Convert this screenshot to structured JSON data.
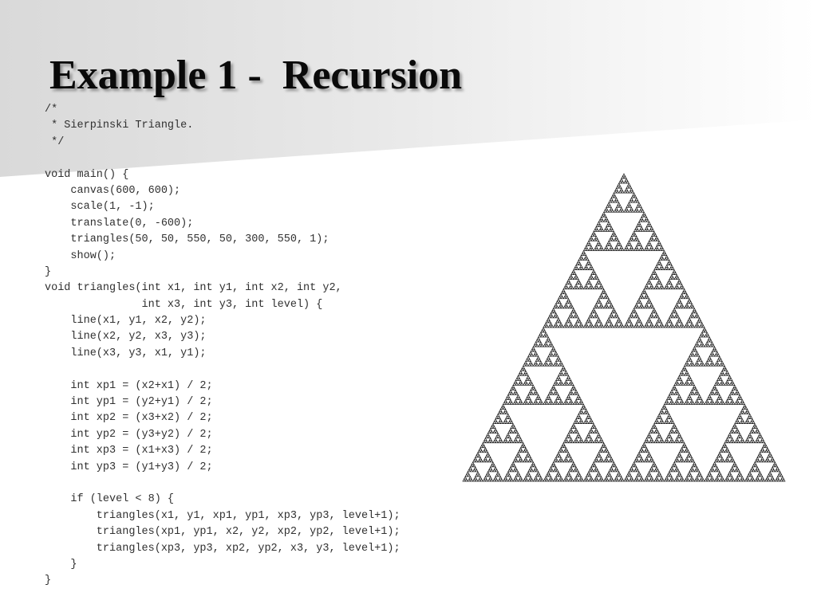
{
  "slide": {
    "title": "Example 1 -  Recursion"
  },
  "code": {
    "lines": [
      "/*",
      " * Sierpinski Triangle.",
      " */",
      "",
      "void main() {",
      "    canvas(600, 600);",
      "    scale(1, -1);",
      "    translate(0, -600);",
      "    triangles(50, 50, 550, 50, 300, 550, 1);",
      "    show();",
      "}",
      "void triangles(int x1, int y1, int x2, int y2,",
      "               int x3, int y3, int level) {",
      "    line(x1, y1, x2, y2);",
      "    line(x2, y2, x3, y3);",
      "    line(x3, y3, x1, y1);",
      "",
      "    int xp1 = (x2+x1) / 2;",
      "    int yp1 = (y2+y1) / 2;",
      "    int xp2 = (x3+x2) / 2;",
      "    int yp2 = (y3+y2) / 2;",
      "    int xp3 = (x1+x3) / 2;",
      "    int yp3 = (y1+y3) / 2;",
      "",
      "    if (level < 8) {",
      "        triangles(x1, y1, xp1, yp1, xp3, yp3, level+1);",
      "        triangles(xp1, yp1, x2, y2, xp2, yp2, level+1);",
      "        triangles(xp3, yp3, xp2, yp2, x3, y3, level+1);",
      "    }",
      "}"
    ]
  },
  "figure": {
    "icon": "sierpinski-triangle-icon",
    "levels": 8,
    "stroke_color": "#1a1a1a"
  },
  "colors": {
    "band_light": "#d9d9d9",
    "text": "#303030",
    "title": "#0a0a0a"
  }
}
